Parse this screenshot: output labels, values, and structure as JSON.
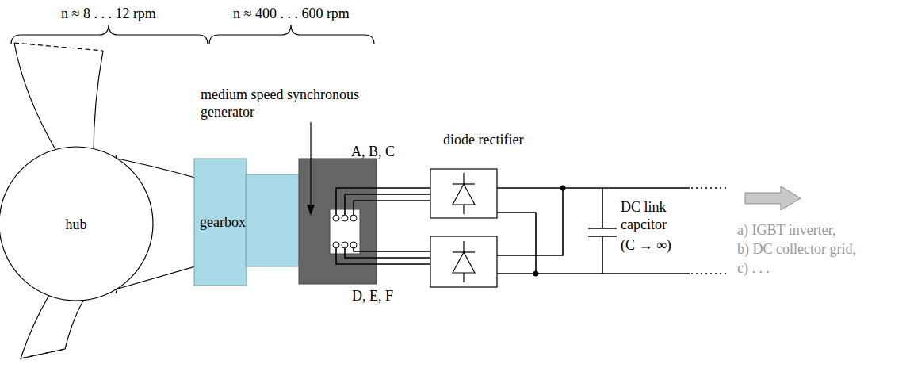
{
  "diagram": {
    "nodes": [
      {
        "text": [
          "hub"
        ]
      },
      {
        "text": [
          "gearbox"
        ]
      },
      {
        "text": [
          "medium speed synchronous generator"
        ]
      },
      {
        "text": [
          "diode rectifier"
        ]
      }
    ],
    "edges": [
      {
        "from": 2,
        "to": 3,
        "arrow": "none",
        "label": "A, B, C"
      }
    ],
    "labels": [
      "n ≈ 8 . . . 12 rpm",
      "n ≈ 400 . . . 600 rpm",
      "D, E, F",
      "DC link capcitor",
      "(C → ∞)",
      "a) IGBT inverter,",
      "b) DC collector grid,",
      "c) . . ."
    ]
  }
}
